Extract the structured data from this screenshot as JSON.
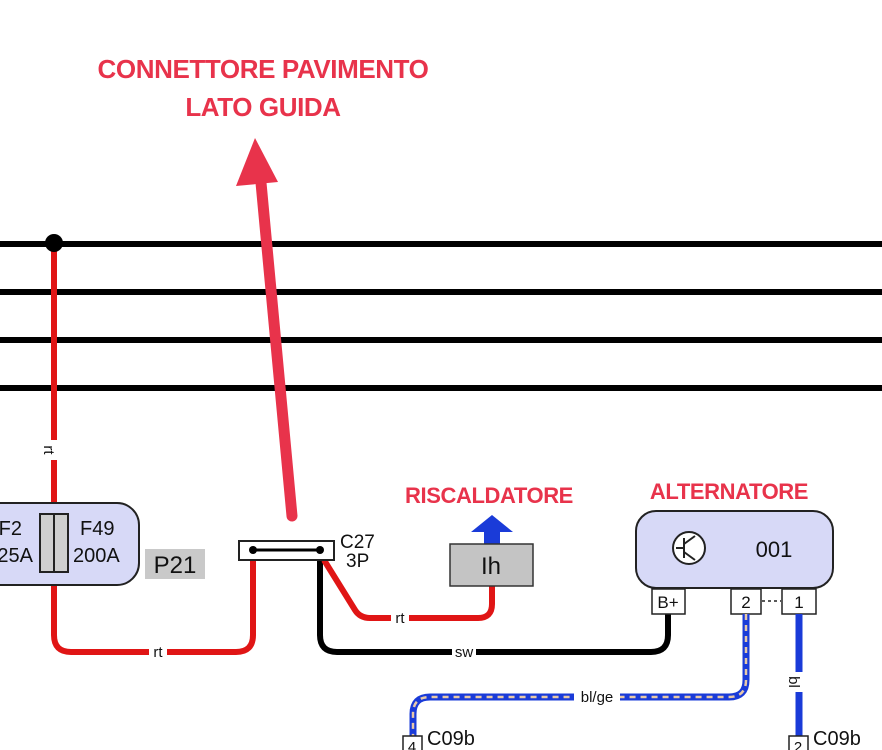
{
  "annotations": {
    "connector_title_line1": "CONNETTORE PAVIMENTO",
    "connector_title_line2": "LATO GUIDA",
    "heater_title": "RISCALDATORE",
    "alternator_title": "ALTERNATORE",
    "annotation_color": "#e8334b"
  },
  "fuse_block": {
    "fuse_left_name": "F2",
    "fuse_left_rating": "25A",
    "fuse_right_name": "F49",
    "fuse_right_rating": "200A",
    "tag": "P21"
  },
  "connector_c27": {
    "name": "C27",
    "pins": "3P"
  },
  "heater": {
    "label": "Ih",
    "arrow_color": "#1a3bd8"
  },
  "alternator": {
    "id": "001",
    "icon": "transistor-icon",
    "pin_bplus": "B+",
    "pin_2": "2",
    "pin_1": "1",
    "box_color": "#d7d9f7"
  },
  "wires": {
    "fuse_vertical": "rt",
    "fuse_bottom": "rt",
    "heater_wire": "rt",
    "ground_wire": "sw",
    "blue_beige_wire": "bl/ge",
    "blue_wire": "bl",
    "red": "#e01515",
    "black": "#000000",
    "blue": "#1a3bd8"
  },
  "connectors_bottom": {
    "left_pin": "4",
    "left_name": "C09b",
    "right_pin": "2",
    "right_name": "C09b"
  }
}
